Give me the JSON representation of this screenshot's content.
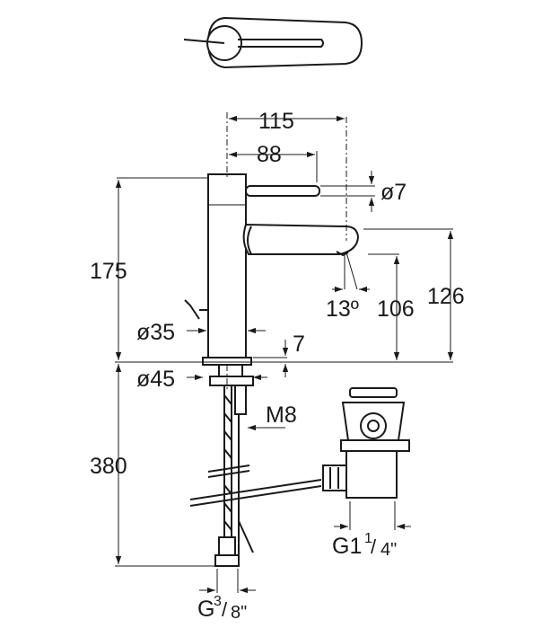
{
  "dimensions": {
    "width_total": "115",
    "width_handle": "88",
    "handle_diameter": "ø7",
    "height_total": "175",
    "spout_angle": "13º",
    "spout_height": "106",
    "spout_top_height": "126",
    "body_diameter": "ø35",
    "base_thickness": "7",
    "base_diameter": "ø45",
    "thread": "M8",
    "hose_length": "380",
    "waste_connection": "G1",
    "waste_fraction_num": "1",
    "waste_fraction_den": "4\"",
    "hose_connection": "G",
    "hose_fraction_num": "3",
    "hose_fraction_den": "8\""
  }
}
